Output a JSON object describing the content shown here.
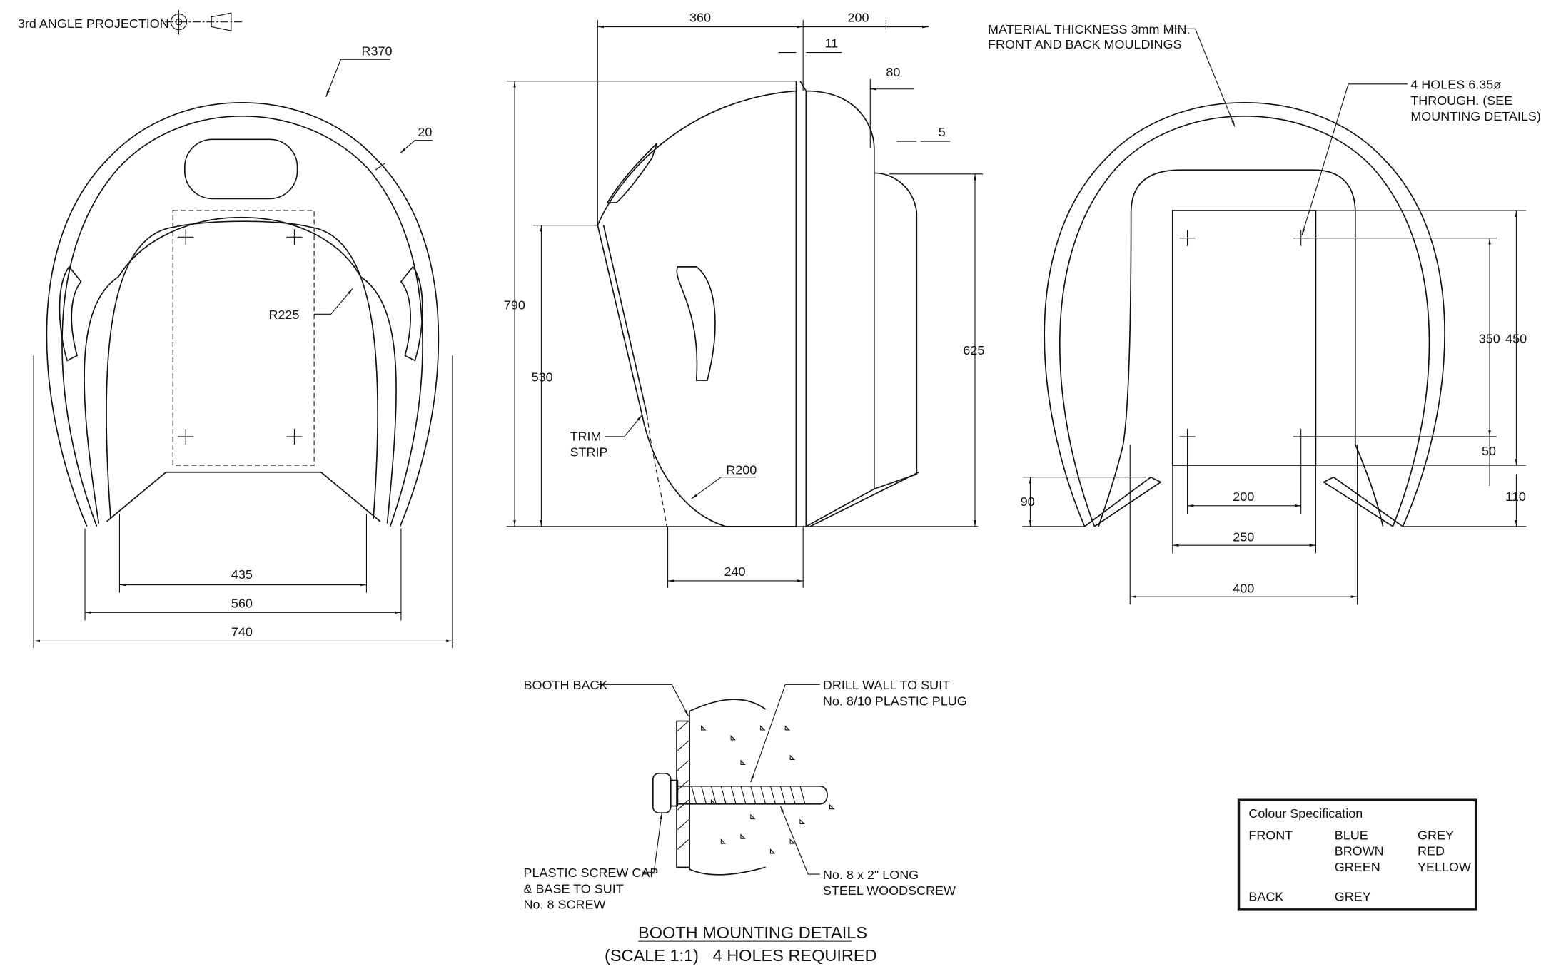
{
  "header": {
    "projection_label": "3rd ANGLE PROJECTION"
  },
  "front_view": {
    "outer_radius": "R370",
    "thickness": "20",
    "inner_radius": "R225",
    "width_inner": "435",
    "width_mid": "560",
    "width_overall": "740"
  },
  "side_view": {
    "depth_front": "360",
    "depth_back": "200",
    "flange": "11",
    "back_step": "80",
    "back_lip": "5",
    "height_overall": "790",
    "height_lower": "530",
    "height_back": "625",
    "base_depth": "240",
    "radius": "R200",
    "trim_label_1": "TRIM",
    "trim_label_2": "STRIP"
  },
  "back_view": {
    "note_line_1": "MATERIAL THICKNESS 3mm MIN.",
    "note_line_2": "FRONT AND BACK MOULDINGS",
    "holes_line_1": "4 HOLES 6.35ø",
    "holes_line_2": "THROUGH. (SEE",
    "holes_line_3": "MOUNTING DETAILS).",
    "hole_spacing_v": "350",
    "plate_height": "450",
    "hole_offset": "50",
    "side_height_r": "110",
    "side_height_l": "90",
    "hole_spacing_h": "200",
    "plate_width": "250",
    "base_width": "400"
  },
  "mounting_detail": {
    "booth_back": "BOOTH BACK",
    "drill_1": "DRILL WALL TO SUIT",
    "drill_2": "No. 8/10 PLASTIC PLUG",
    "cap_1": "PLASTIC SCREW CAP",
    "cap_2": "& BASE TO SUIT",
    "cap_3": "No. 8 SCREW",
    "screw_1": "No. 8 x 2\" LONG",
    "screw_2": "STEEL WOODSCREW",
    "title": "BOOTH MOUNTING DETAILS",
    "subtitle": "(SCALE 1:1)   4 HOLES REQUIRED"
  },
  "colour_spec": {
    "title": "Colour Specification",
    "front_label": "FRONT",
    "front_col1": [
      "BLUE",
      "BROWN",
      "GREEN"
    ],
    "front_col2": [
      "GREY",
      "RED",
      "YELLOW"
    ],
    "back_label": "BACK",
    "back_col1": "GREY"
  }
}
